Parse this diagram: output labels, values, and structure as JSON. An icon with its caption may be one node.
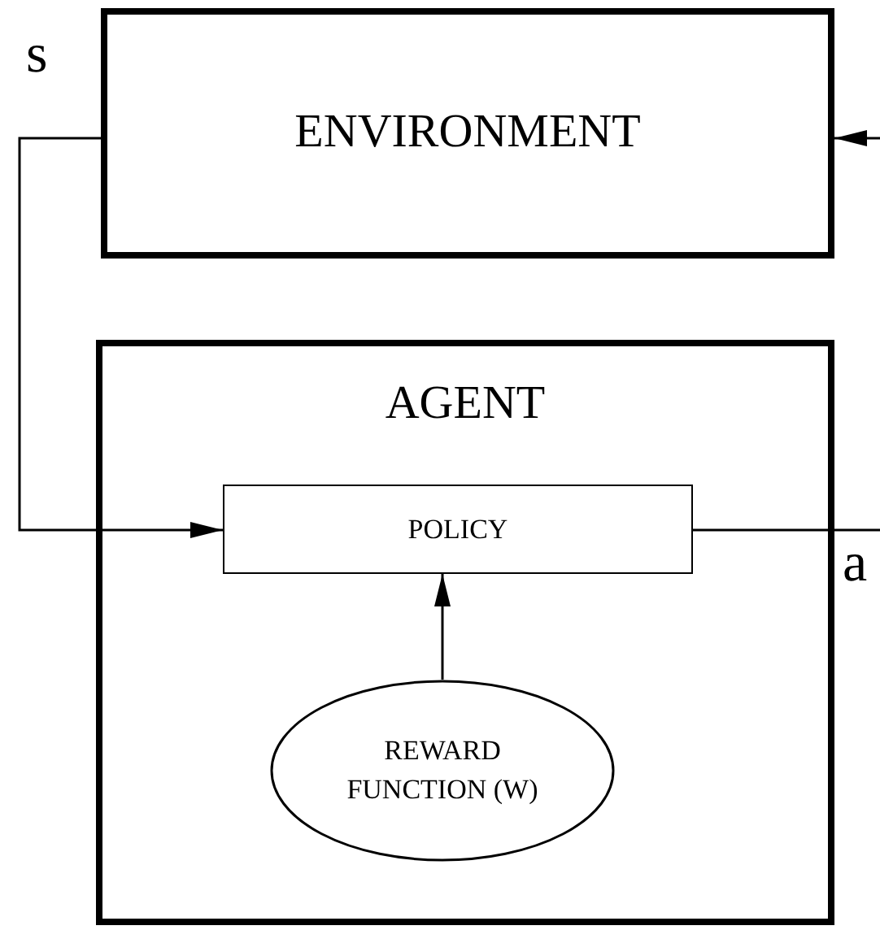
{
  "diagram": {
    "nodes": [
      {
        "text": [
          "ENVIRONMENT"
        ]
      },
      {
        "text": [
          "AGENT"
        ]
      },
      {
        "text": [
          "POLICY"
        ],
        "in": 1
      },
      {
        "text": [
          "REWARD FUNCTION (W)"
        ],
        "in": 1
      }
    ],
    "edges": [
      {
        "from": 0,
        "to": 2,
        "arrow": "to",
        "label": "s"
      },
      {
        "from": 3,
        "to": 2,
        "arrow": "to"
      },
      {
        "from": 2,
        "to": null,
        "arrow": "none",
        "label": "a"
      },
      {
        "from": null,
        "to": 0,
        "arrow": "to"
      }
    ]
  }
}
